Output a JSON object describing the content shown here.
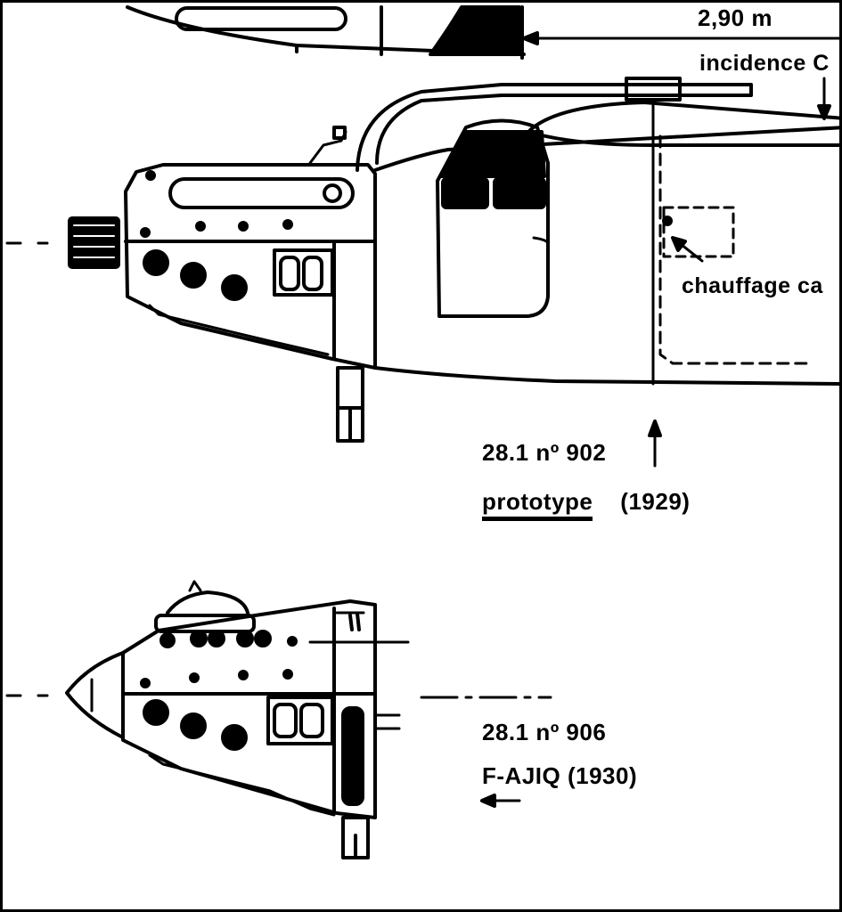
{
  "drawing": {
    "dimension_label": "2,90 m",
    "incidence_label": "incidence C",
    "heating_label": "chauffage ca",
    "upper_caption": {
      "model_number": "28.1 nº 902",
      "variant": "prototype",
      "year": "(1929)"
    },
    "lower_caption": {
      "model_number": "28.1 nº 906",
      "registration_year": "F-AJIQ (1930)"
    }
  },
  "colors": {
    "ink": "#000000",
    "paper": "#ffffff"
  }
}
